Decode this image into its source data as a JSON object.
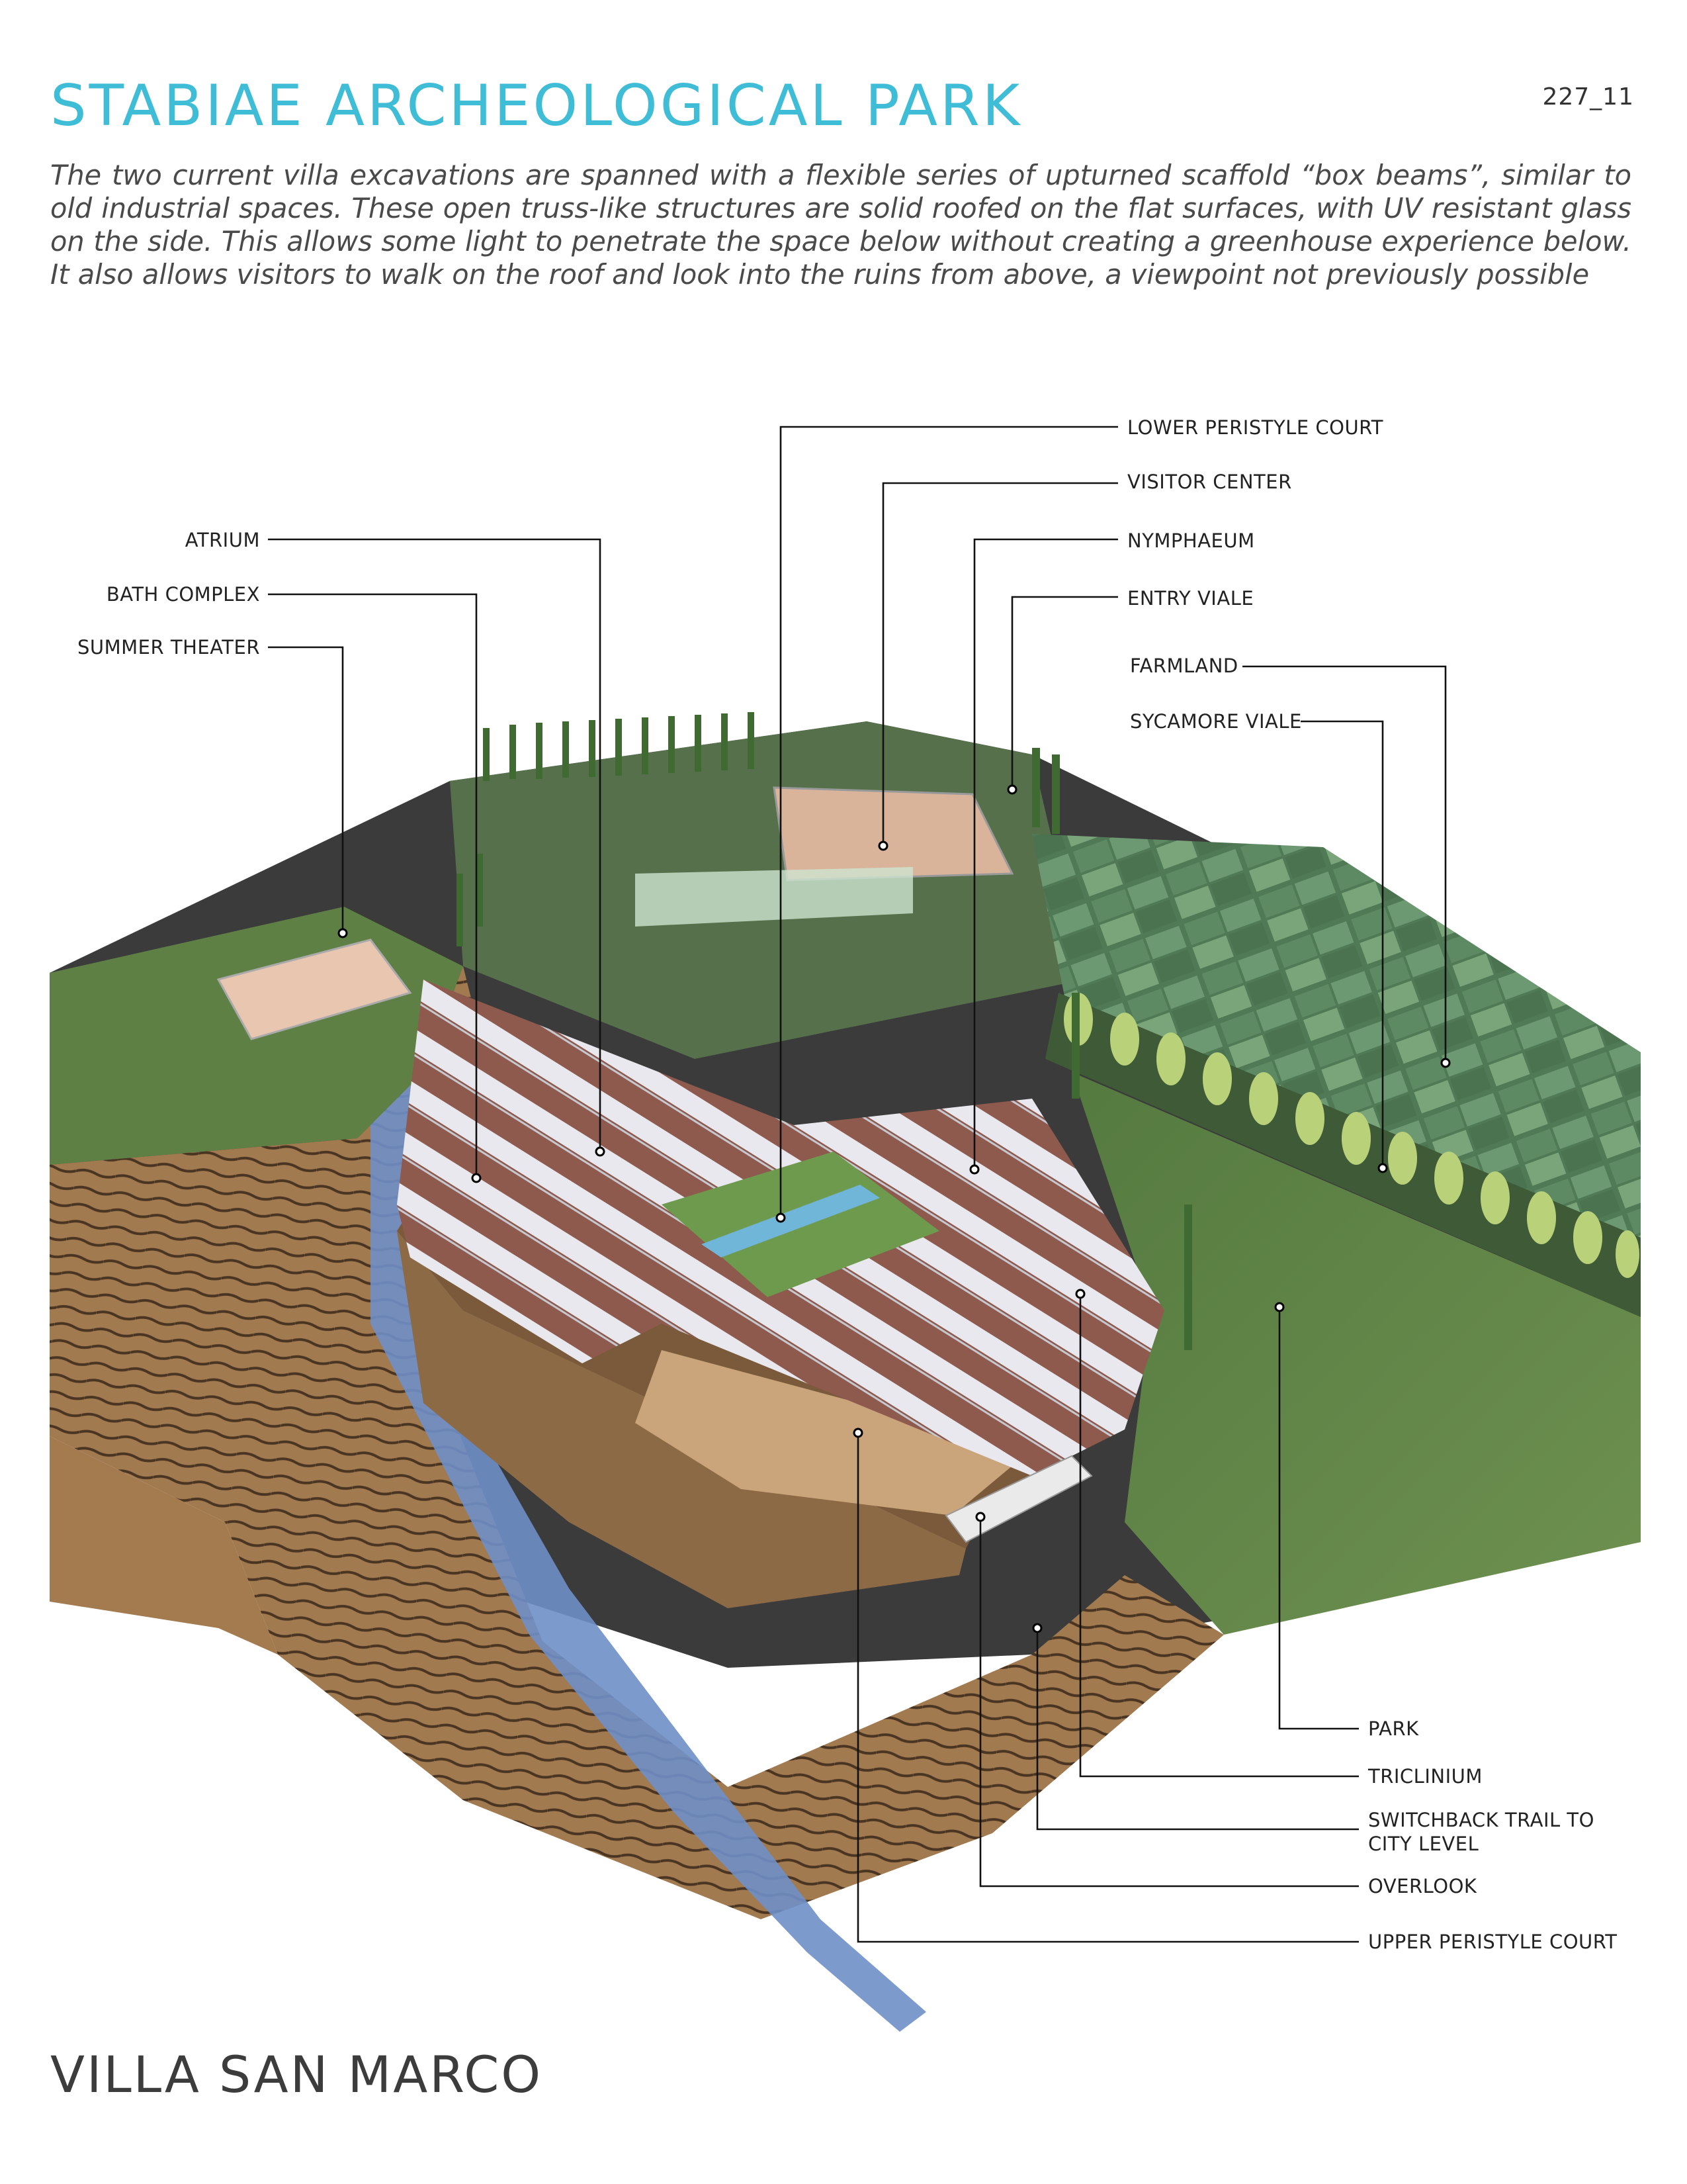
{
  "header": {
    "title": "STABIAE ARCHEOLOGICAL PARK",
    "page_number": "227_11"
  },
  "intro_text": "The two current villa excavations are spanned with a flexible series of upturned scaffold “box beams”, similar to old industrial spaces. These open truss-like structures are solid roofed on the flat surfaces, with UV resistant glass on the side. This allows some light to penetrate the space below without creating a greenhouse experience below. It also allows visitors to walk on the roof and look into the ruins from above, a viewpoint not previously possible",
  "callouts": {
    "lower_peristyle_court": "LOWER PERISTYLE COURT",
    "visitor_center": "VISITOR CENTER",
    "nymphaeum": "NYMPHAEUM",
    "entry_viale": "ENTRY VIALE",
    "farmland": "FARMLAND",
    "sycamore_viale": "SYCAMORE VIALE",
    "atrium": "ATRIUM",
    "bath_complex": "BATH COMPLEX",
    "summer_theater": "SUMMER THEATER",
    "park": "PARK",
    "triclinium": "TRICLINIUM",
    "switchback_line1": "SWITCHBACK TRAIL TO",
    "switchback_line2": "CITY LEVEL",
    "overlook": "OVERLOOK",
    "upper_peristyle_court": "UPPER PERISTYLE COURT"
  },
  "colors": {
    "title": "#3fbcd6",
    "terrain_brown": "#a47a4f",
    "grass": "#5f8246",
    "water": "#6f8fc7",
    "roof": "#e9e9ee"
  },
  "footer": {
    "title": "VILLA SAN MARCO"
  }
}
